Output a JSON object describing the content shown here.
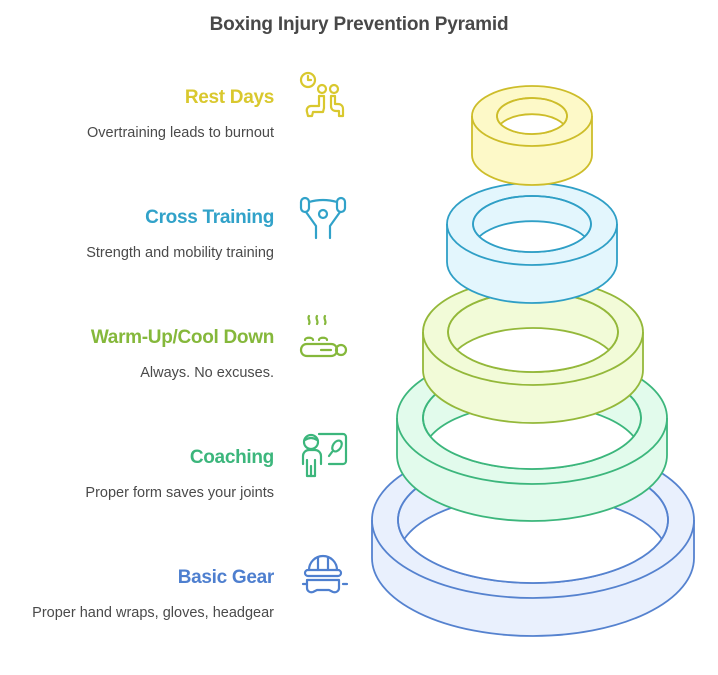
{
  "title": "Boxing Injury Prevention Pyramid",
  "levels": [
    {
      "key": "rest-days",
      "label": "Rest Days",
      "description": "Overtraining leads to burnout",
      "icon": "rest-seated-people-clock-icon",
      "color": "#d9c82e",
      "stroke": "#cdbd2a",
      "fill": "#fdf9c8"
    },
    {
      "key": "cross-training",
      "label": "Cross Training",
      "description": "Strength and mobility training",
      "icon": "weightlifter-icon",
      "color": "#31a2c9",
      "stroke": "#2f9fc6",
      "fill": "#e3f6fd"
    },
    {
      "key": "warm-up-cool-down",
      "label": "Warm-Up/Cool Down",
      "description": "Always. No excuses.",
      "icon": "hot-stone-massage-icon",
      "color": "#85b83b",
      "stroke": "#94b83a",
      "fill": "#f2fbd8"
    },
    {
      "key": "coaching",
      "label": "Coaching",
      "description": "Proper form saves your joints",
      "icon": "coach-whiteboard-icon",
      "color": "#3cb67c",
      "stroke": "#3cb67c",
      "fill": "#e2fbec"
    },
    {
      "key": "basic-gear",
      "label": "Basic Gear",
      "description": "Proper hand wraps, gloves, headgear",
      "icon": "helmet-goggles-icon",
      "color": "#4e7fcf",
      "stroke": "#5582cf",
      "fill": "#e9f0fd"
    }
  ]
}
